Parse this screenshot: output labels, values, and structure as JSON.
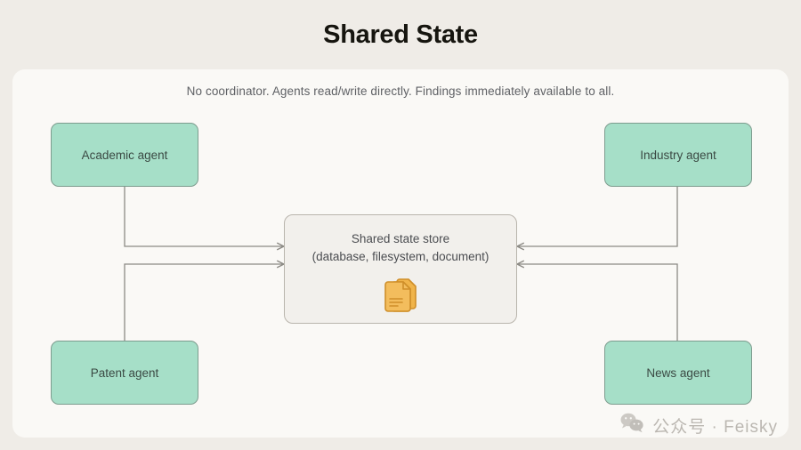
{
  "page": {
    "title": "Shared State",
    "background_color": "#efece7",
    "card_color": "#faf9f6"
  },
  "diagram": {
    "subtitle": "No coordinator. Agents read/write directly. Findings immediately available to all.",
    "store": {
      "name": "shared-state-store",
      "line1": "Shared state store",
      "line2": "(database, filesystem, document)",
      "icon": "documents-icon",
      "icon_color": "#f0b44a",
      "fill_color": "#f2f0ec",
      "border_color": "#b9b5ad"
    },
    "agents": [
      {
        "id": "academic-agent",
        "label": "Academic agent",
        "position": "top-left"
      },
      {
        "id": "industry-agent",
        "label": "Industry agent",
        "position": "top-right"
      },
      {
        "id": "patent-agent",
        "label": "Patent agent",
        "position": "bottom-left"
      },
      {
        "id": "news-agent",
        "label": "News agent",
        "position": "bottom-right"
      }
    ],
    "agent_style": {
      "fill_color": "#a6dfc8",
      "border_color": "#7d9c8e",
      "text_color": "#3b4a44"
    },
    "connectors": {
      "line_color": "#8c8a85",
      "edges": [
        {
          "from": "shared-state-store",
          "to": "academic-agent",
          "direction": "bidirectional",
          "route": "elbow-left-up"
        },
        {
          "from": "shared-state-store",
          "to": "patent-agent",
          "direction": "bidirectional",
          "route": "elbow-left-down"
        },
        {
          "from": "shared-state-store",
          "to": "industry-agent",
          "direction": "bidirectional",
          "route": "elbow-right-up"
        },
        {
          "from": "shared-state-store",
          "to": "news-agent",
          "direction": "bidirectional",
          "route": "elbow-right-down"
        }
      ]
    }
  },
  "watermark": {
    "icon": "wechat-icon",
    "text": "公众号 · Feisky",
    "color": "#b6b2ac"
  }
}
